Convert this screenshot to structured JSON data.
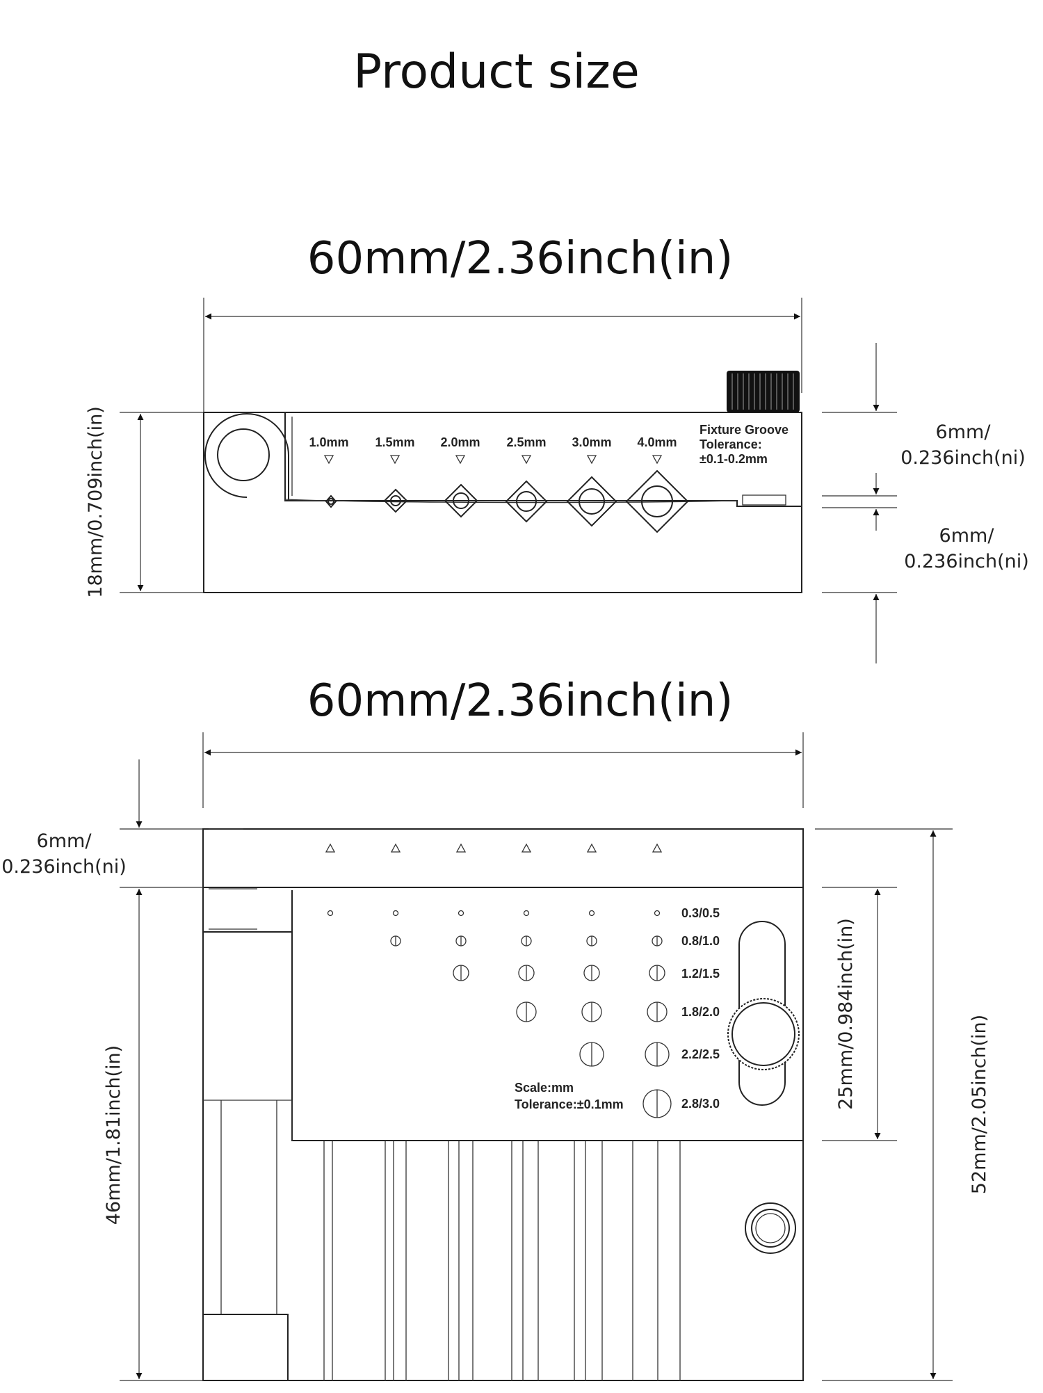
{
  "title": "Product size",
  "side_view": {
    "width_label": "60mm/2.36inch(in)",
    "height_label": "18mm/0.709inch(in)",
    "right_top_label": [
      "6mm/",
      "0.236inch(ni)"
    ],
    "right_bottom_label": [
      "6mm/",
      "0.236inch(ni)"
    ],
    "sizes": [
      "1.0mm",
      "1.5mm",
      "2.0mm",
      "2.5mm",
      "3.0mm",
      "4.0mm"
    ],
    "groove_note": [
      "Fixture Groove",
      "Tolerance:",
      "±0.1-0.2mm"
    ]
  },
  "top_view": {
    "width_label": "60mm/2.36inch(in)",
    "left_top_label": [
      "6mm/",
      "0.236inch(ni)"
    ],
    "left_height_label": "46mm/1.81inch(in)",
    "right_inner_label": "25mm/0.984inch(in)",
    "right_total_label": "52mm/2.05inch(in)",
    "hole_rows": [
      "0.3/0.5",
      "0.8/1.0",
      "1.2/1.5",
      "1.8/2.0",
      "2.2/2.5",
      "2.8/3.0"
    ],
    "scale_note": [
      "Scale:mm",
      "Tolerance:±0.1mm"
    ]
  }
}
